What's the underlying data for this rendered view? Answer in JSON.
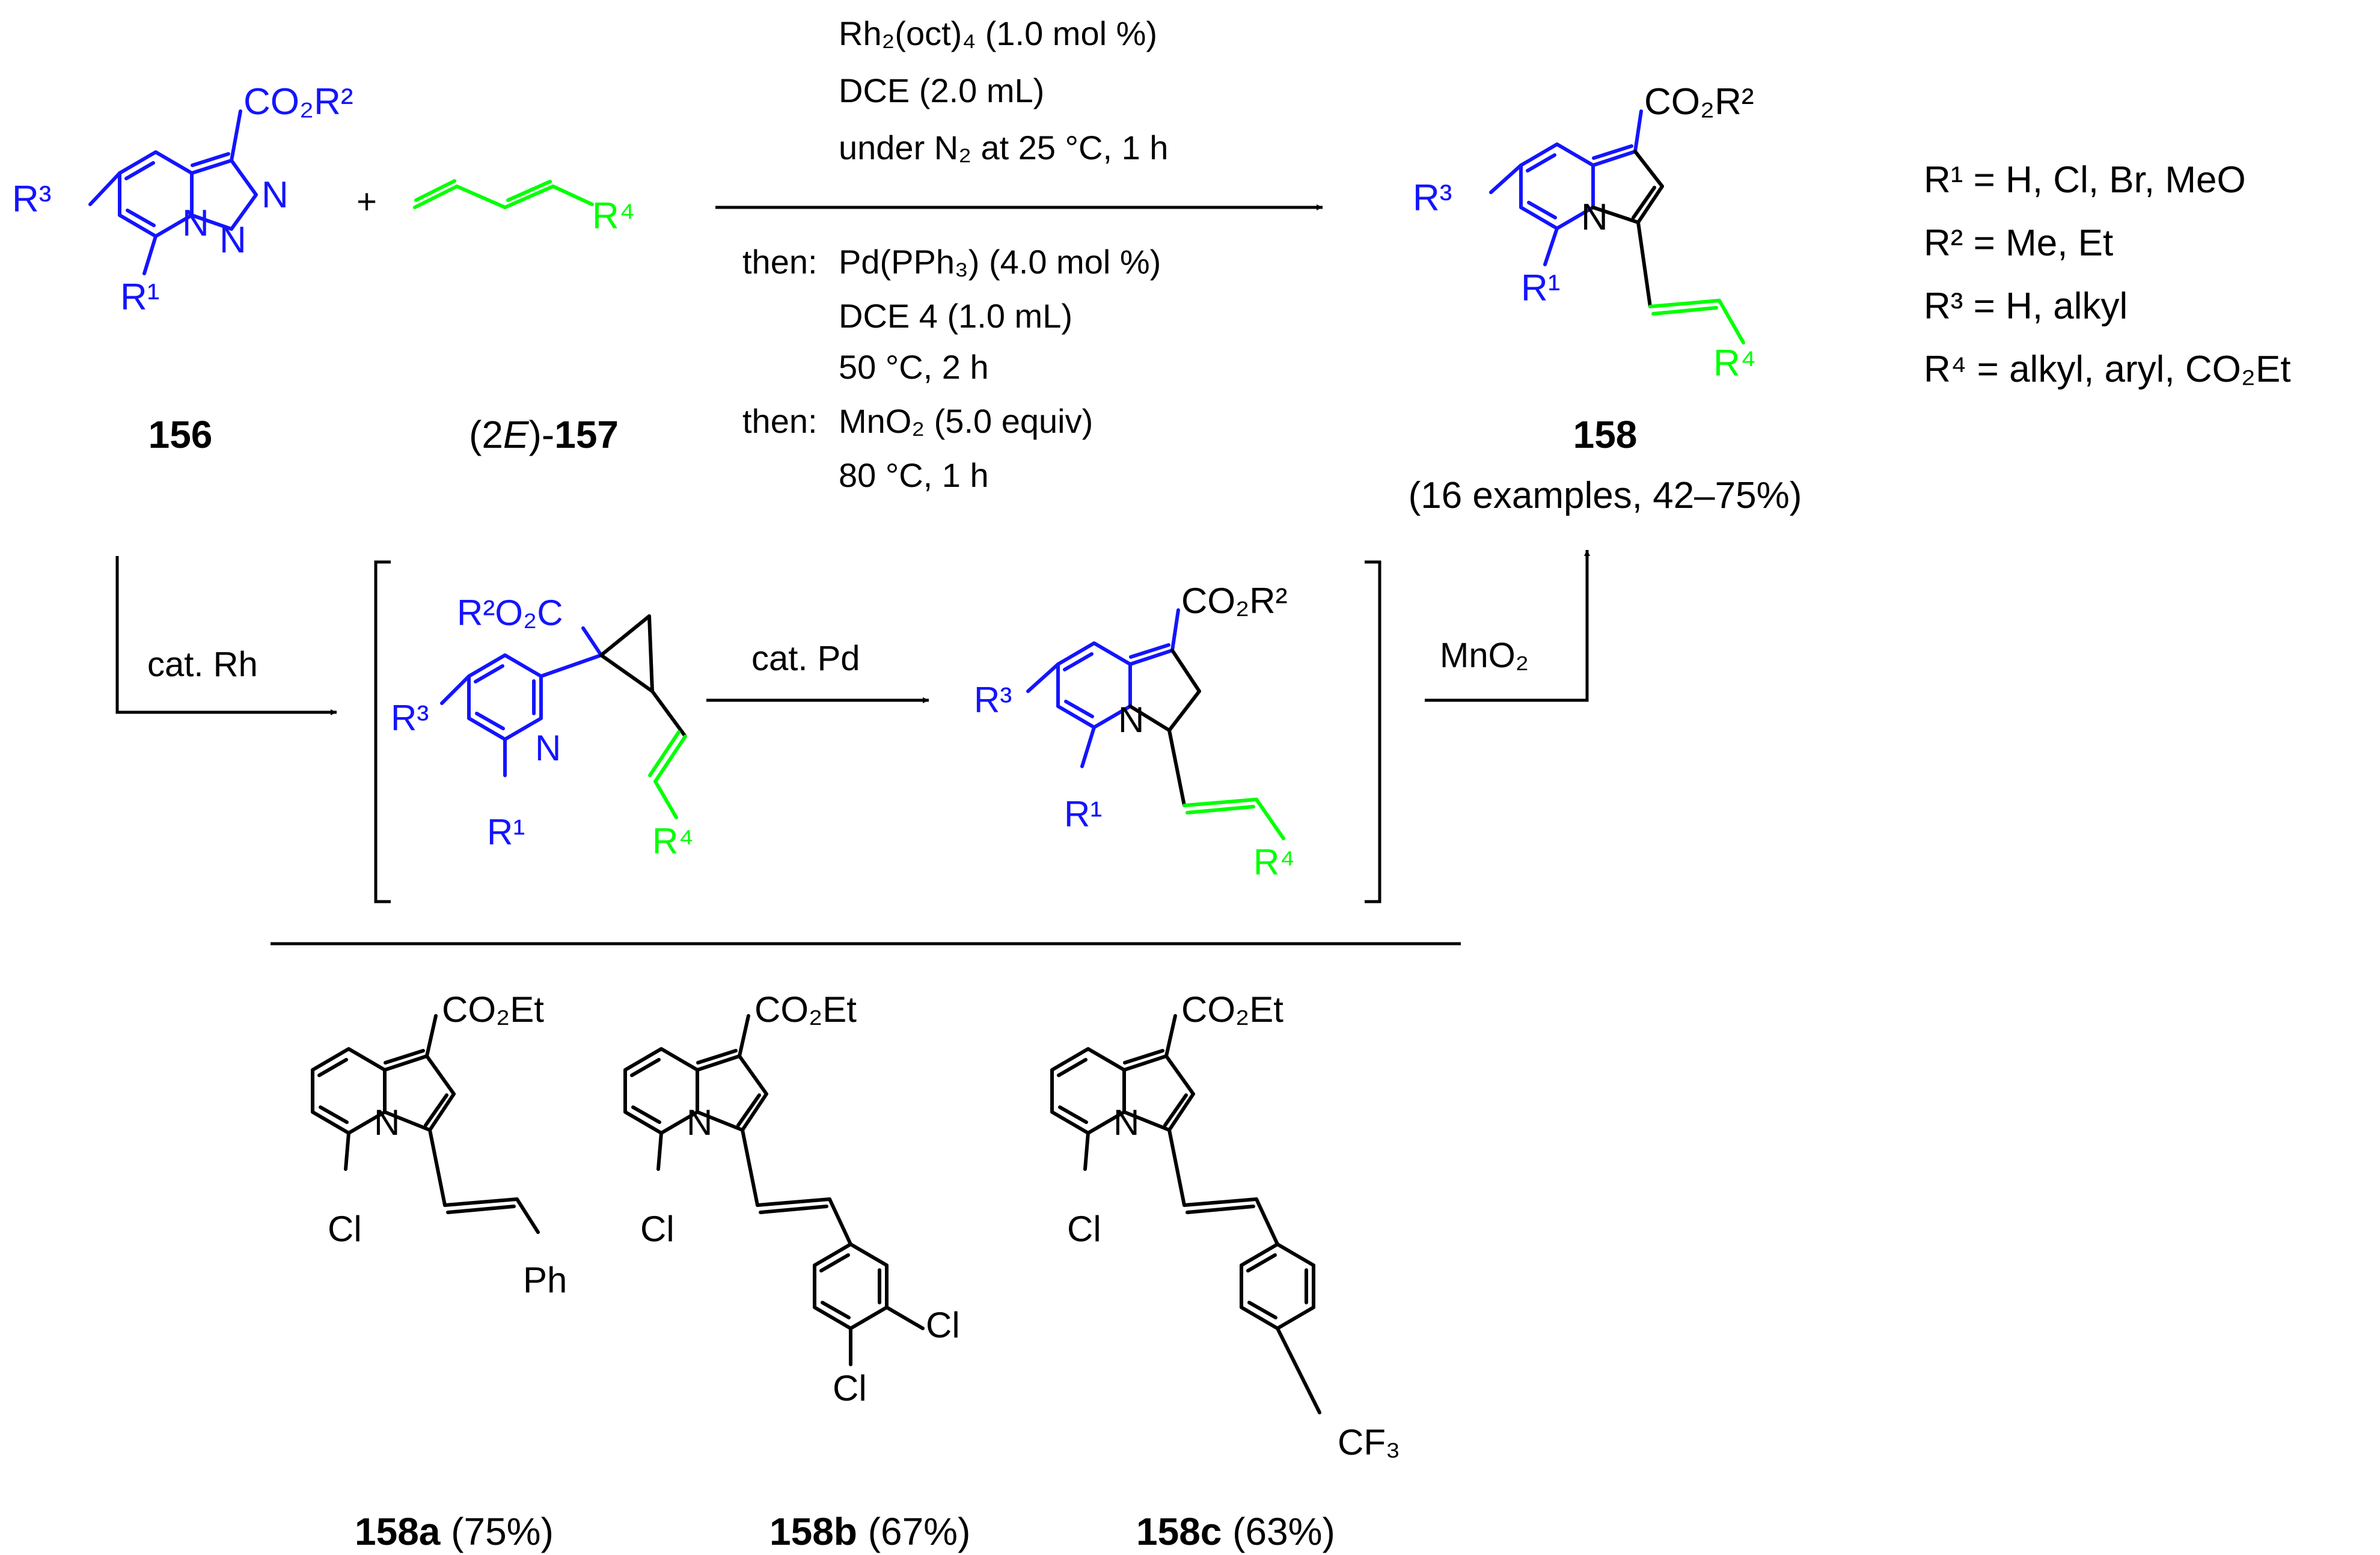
{
  "colors": {
    "blue": "#1414ff",
    "green": "#00ff00",
    "black": "#000000"
  },
  "reactant1": {
    "ester": "CO₂R²",
    "r3": "R³",
    "r1": "R¹",
    "n_a": "N",
    "n_b": "N",
    "n_c": "N",
    "label": "156"
  },
  "plus": "+",
  "reactant2": {
    "r4": "R⁴",
    "label_prefix": "(2",
    "label_italic": "E",
    "label_mid": ")-",
    "label_bold": "157"
  },
  "conditions_top": [
    "Rh₂(oct)₄ (1.0 mol %)",
    "DCE (2.0 mL)",
    "under N₂ at 25 °C, 1 h"
  ],
  "conditions_bottom": [
    {
      "prefix": "then:",
      "text": "Pd(PPh₃) (4.0 mol %)"
    },
    {
      "prefix": "",
      "text": "DCE 4 (1.0 mL)"
    },
    {
      "prefix": "",
      "text": "50 °C, 2 h"
    },
    {
      "prefix": "then:",
      "text": "MnO₂ (5.0 equiv)"
    },
    {
      "prefix": "",
      "text": "80 °C, 1 h"
    }
  ],
  "product": {
    "ester": "CO₂R²",
    "r3": "R³",
    "r1": "R¹",
    "r4": "R⁴",
    "n": "N",
    "label": "158",
    "sub": "(16 examples, 42–75%)"
  },
  "r_groups": [
    "R¹ = H, Cl, Br, MeO",
    "R² = Me, Et",
    "R³ = H, alkyl",
    "R⁴ = alkyl, aryl, CO₂Et"
  ],
  "mechanism": {
    "step1": "cat. Rh",
    "step2": "cat. Pd",
    "step3": "MnO₂",
    "int1": {
      "ester": "R²O₂C",
      "r3": "R³",
      "n": "N",
      "r1": "R¹",
      "r4": "R⁴"
    },
    "int2": {
      "ester": "CO₂R²",
      "r3": "R³",
      "n": "N",
      "r1": "R¹",
      "r4": "R⁴"
    }
  },
  "examples": [
    {
      "id": "158a",
      "yield": " (75%)",
      "ester": "CO₂Et",
      "n": "N",
      "cl": "Cl",
      "sub": "Ph"
    },
    {
      "id": "158b",
      "yield": " (67%)",
      "ester": "CO₂Et",
      "n": "N",
      "cl": "Cl",
      "sub_cl1": "Cl",
      "sub_cl2": "Cl"
    },
    {
      "id": "158c",
      "yield": " (63%)",
      "ester": "CO₂Et",
      "n": "N",
      "cl": "Cl",
      "sub": "CF₃"
    }
  ]
}
